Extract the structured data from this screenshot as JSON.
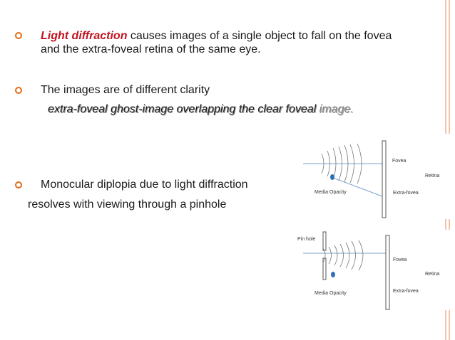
{
  "bullets": [
    {
      "highlight": "Light diffraction",
      "text": " causes images of a single object to fall on the fovea and the extra-foveal retina of the same eye."
    },
    {
      "text": "The images are of different clarity",
      "sub": "extra-foveal ghost-image overlapping the clear foveal ",
      "sub_faint": "image."
    },
    {
      "text": "Monocular diplopia due to light diffraction",
      "continuation": "resolves with viewing through a pinhole"
    }
  ],
  "diagram1": {
    "fovea": "Fovea",
    "retina": "Retina",
    "media_opacity": "Media Opacity",
    "extra_fovea": "Extra-fovea"
  },
  "diagram2": {
    "pinhole": "Pin hole",
    "fovea": "Fovea",
    "retina": "Retina",
    "media_opacity": "Media Opacity",
    "extra_fovea": "Extra-fovea"
  },
  "colors": {
    "bullet": "#e36b17",
    "highlight": "#c0141f",
    "border": "#f3c3ad",
    "opacity_dot": "#2f6fb5"
  }
}
